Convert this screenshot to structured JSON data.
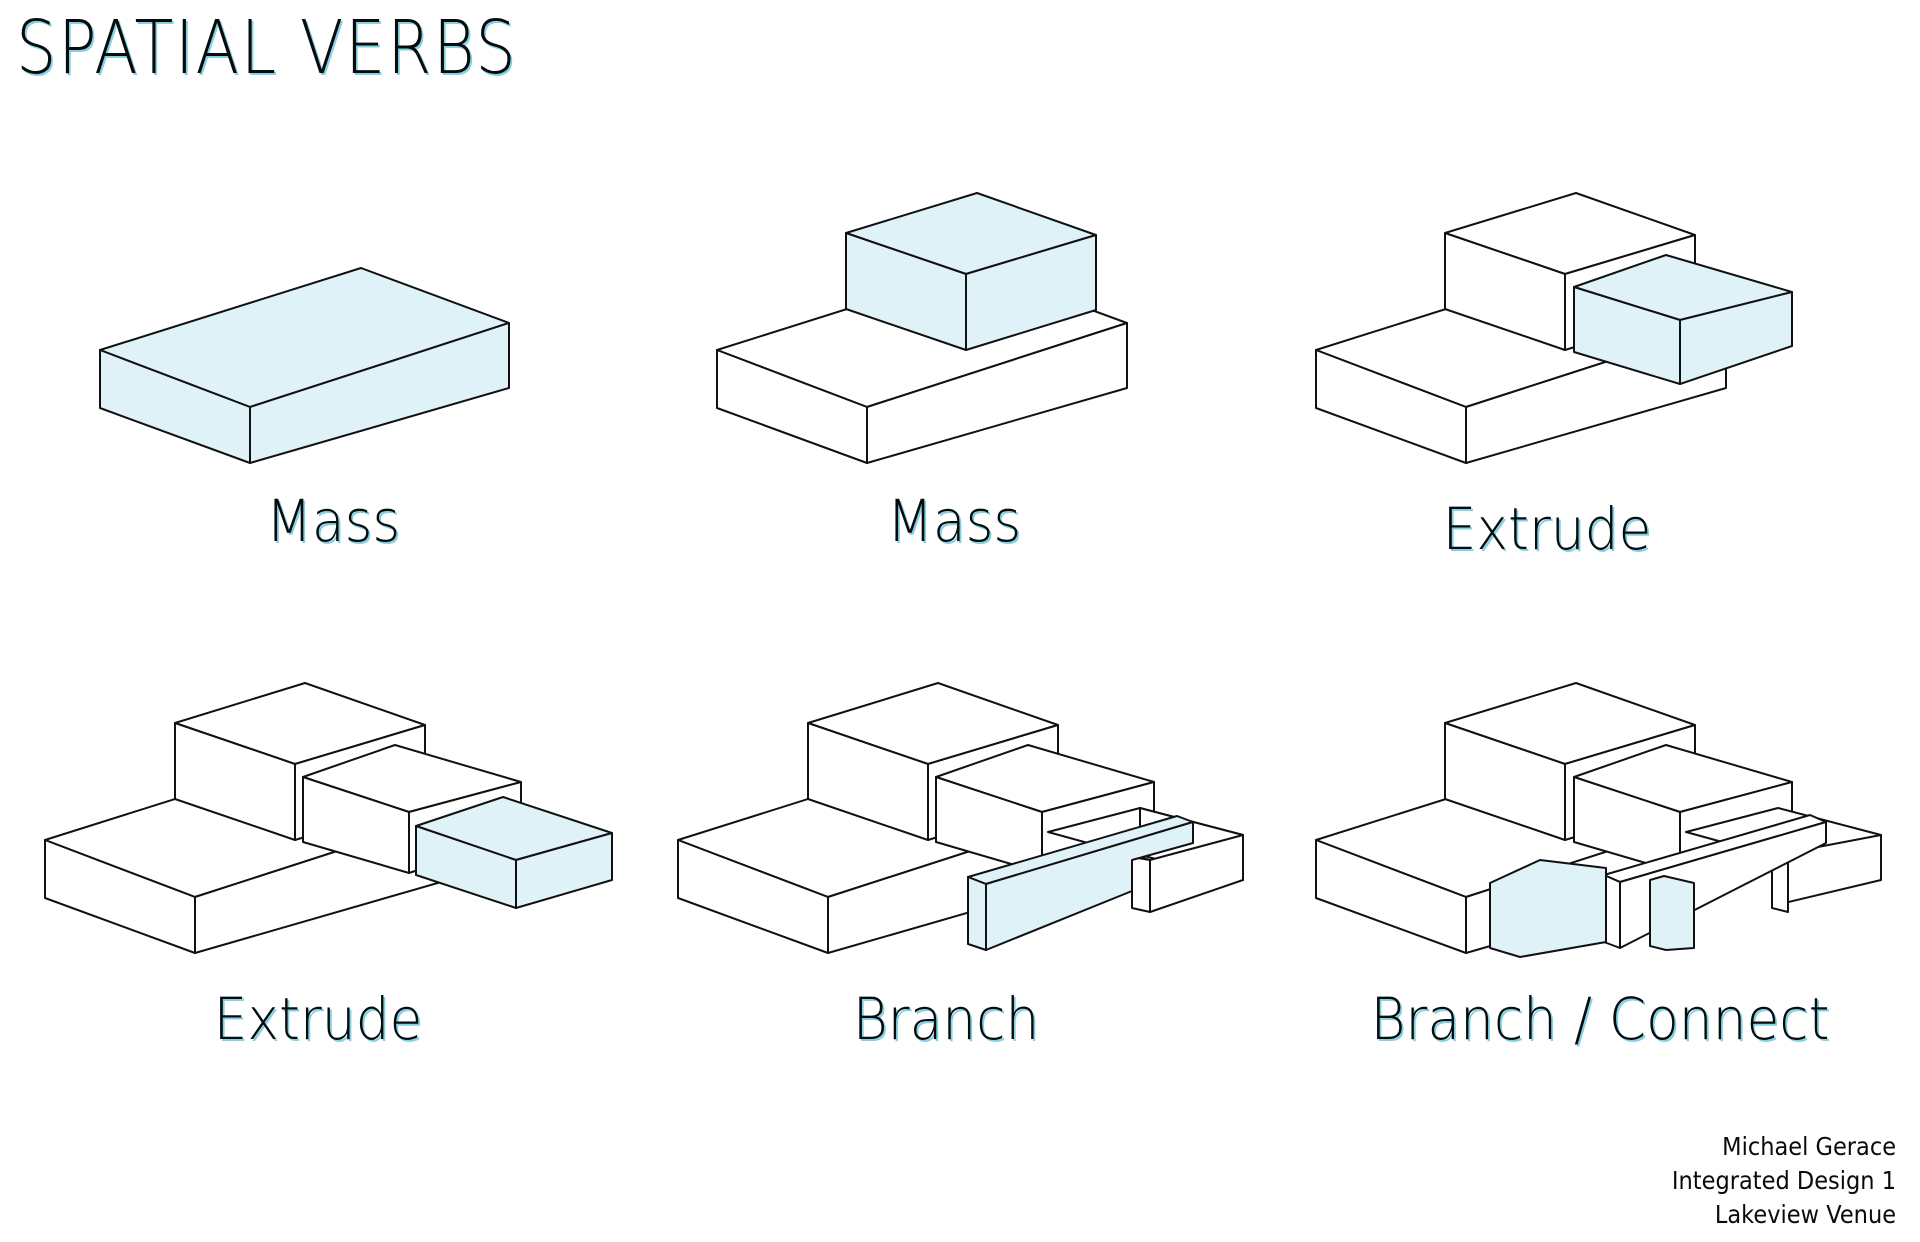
{
  "title": "SPATIAL VERBS",
  "colors": {
    "line": "#111111",
    "highlight_fill": "#dff2f8",
    "plain_fill": "#ffffff",
    "label_shadow": "#7fd3e6"
  },
  "panels": [
    {
      "label": "Mass",
      "highlighted_volume": "base slab"
    },
    {
      "label": "Mass",
      "highlighted_volume": "upper block"
    },
    {
      "label": "Extrude",
      "highlighted_volume": "first extrusion"
    },
    {
      "label": "Extrude",
      "highlighted_volume": "second extrusion"
    },
    {
      "label": "Branch",
      "highlighted_volume": "branch wall"
    },
    {
      "label": "Branch / Connect",
      "highlighted_volume": "connector"
    }
  ],
  "credits": {
    "author": "Michael Gerace",
    "course": "Integrated Design 1",
    "project": "Lakeview Venue"
  }
}
